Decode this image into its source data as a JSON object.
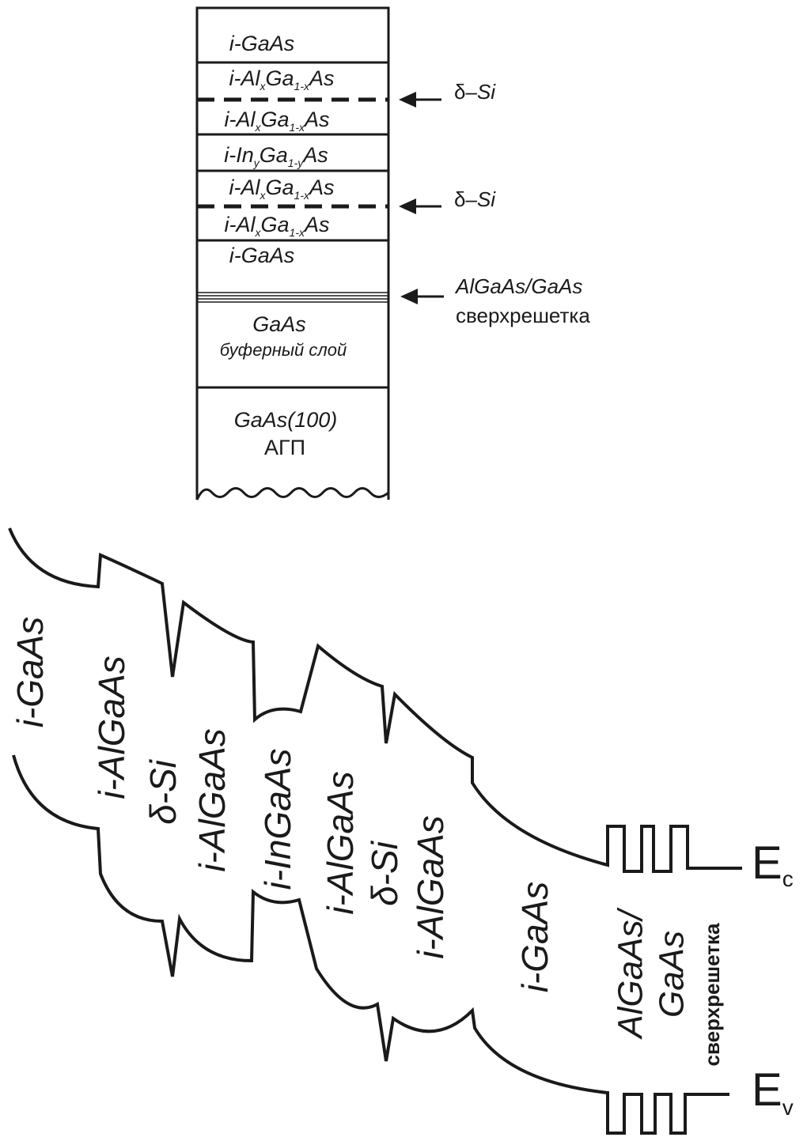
{
  "layer_stack": {
    "layers": [
      {
        "main": "i-GaAs"
      },
      {
        "parts": [
          "i-Al",
          "x",
          "Ga",
          "1-x",
          "As"
        ]
      },
      {
        "parts": [
          "i-Al",
          "x",
          "Ga",
          "1-x",
          "As"
        ]
      },
      {
        "parts": [
          "i-In",
          "y",
          "Ga",
          "1-y",
          "As"
        ]
      },
      {
        "parts": [
          "i-Al",
          "x",
          "Ga",
          "1-x",
          "As"
        ]
      },
      {
        "parts": [
          "i-Al",
          "x",
          "Ga",
          "1-x",
          "As"
        ]
      },
      {
        "main": "i-GaAs"
      },
      {
        "main": "GaAs",
        "sub": "буферный слой"
      },
      {
        "main": "GaAs(100)",
        "sub": "АГП"
      }
    ],
    "annotations": [
      {
        "greek": "δ",
        "text": "–Si"
      },
      {
        "greek": "δ",
        "text": "–Si"
      },
      {
        "line1": "AlGaAs/GaAs",
        "line2": "сверхрешетка"
      }
    ]
  },
  "band_diagram": {
    "region_labels": [
      "i-GaAs",
      "i-AlGaAs",
      "δ-Si",
      "i-AlGaAs",
      "i-InGaAs",
      "i-AlGaAs",
      "δ-Si",
      "i-AlGaAs",
      "i-GaAs",
      "AlGaAs/",
      "GaAs",
      "сверхрешетка"
    ],
    "conduction_band": {
      "symbol": "E",
      "subscript": "c"
    },
    "valence_band": {
      "symbol": "E",
      "subscript": "v"
    }
  },
  "colors": {
    "line": "#1a1a1a",
    "background": "#ffffff"
  }
}
